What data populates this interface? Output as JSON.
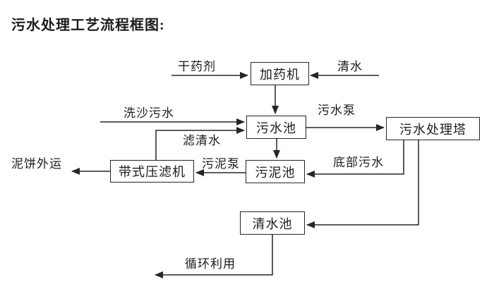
{
  "title": "污水处理工艺流程框图:",
  "colors": {
    "line": "#262626",
    "text": "#1c1c1c",
    "background": "#ffffff"
  },
  "diagram": {
    "type": "flowchart",
    "nodes": [
      {
        "id": "dosing-machine",
        "label": "加药机"
      },
      {
        "id": "sewage-pool",
        "label": "污水池"
      },
      {
        "id": "treatment-tower",
        "label": "污水处理塔"
      },
      {
        "id": "belt-filter-press",
        "label": "带式压滤机"
      },
      {
        "id": "sludge-pool",
        "label": "污泥池"
      },
      {
        "id": "clean-water-pool",
        "label": "清水池"
      }
    ],
    "edge_labels": {
      "dry_agent": "干药剂",
      "clean_water": "清水",
      "sand_wash_sewage": "洗沙污水",
      "filtered_water": "滤清水",
      "sewage_pump": "污水泵",
      "sludge_pump": "污泥泵",
      "mud_cake_out": "泥饼外运",
      "bottom_sewage": "底部污水",
      "recycle_use": "循环利用"
    },
    "edges": [
      {
        "from": "干药剂",
        "to": "加药机"
      },
      {
        "from": "清水",
        "to": "加药机"
      },
      {
        "from": "加药机",
        "to": "污水池"
      },
      {
        "from": "洗沙污水",
        "to": "污水池"
      },
      {
        "from": "带式压滤机",
        "to": "污水池",
        "label": "滤清水"
      },
      {
        "from": "污水池",
        "to": "污水处理塔",
        "label": "污水泵"
      },
      {
        "from": "污水池",
        "to": "污泥池"
      },
      {
        "from": "污水处理塔",
        "to": "污泥池",
        "label": "底部污水"
      },
      {
        "from": "污泥池",
        "to": "带式压滤机",
        "label": "污泥泵"
      },
      {
        "from": "带式压滤机",
        "to": "泥饼外运"
      },
      {
        "from": "污水处理塔",
        "to": "清水池"
      },
      {
        "from": "清水池",
        "to": "循环利用"
      }
    ]
  }
}
